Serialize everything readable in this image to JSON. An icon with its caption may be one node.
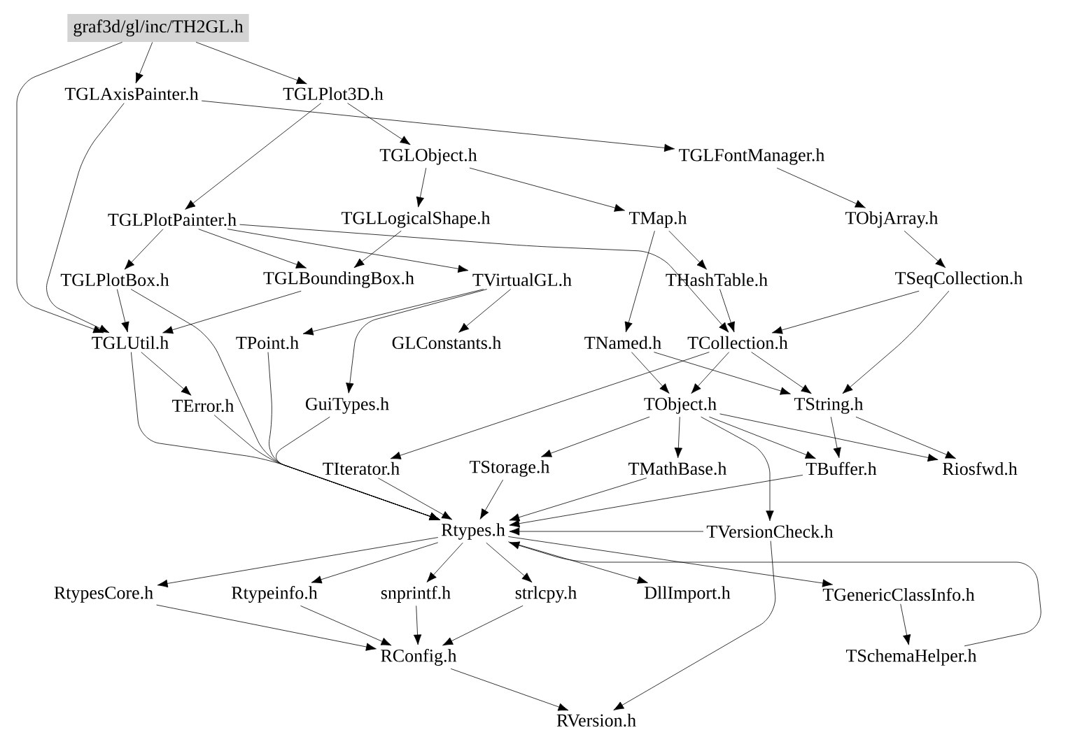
{
  "diagram": {
    "nodes": [
      {
        "text": [
          "graf3d/gl/inc/TH2GL.h"
        ]
      },
      {
        "text": [
          "TGLAxisPainter.h"
        ]
      },
      {
        "text": [
          "TGLPlot3D.h"
        ]
      },
      {
        "text": [
          "TGLObject.h"
        ]
      },
      {
        "text": [
          "TGLFontManager.h"
        ]
      },
      {
        "text": [
          "TGLPlotPainter.h"
        ]
      },
      {
        "text": [
          "TGLLogicalShape.h"
        ]
      },
      {
        "text": [
          "TMap.h"
        ]
      },
      {
        "text": [
          "TObjArray.h"
        ]
      },
      {
        "text": [
          "TGLPlotBox.h"
        ]
      },
      {
        "text": [
          "TGLBoundingBox.h"
        ]
      },
      {
        "text": [
          "TVirtualGL.h"
        ]
      },
      {
        "text": [
          "THashTable.h"
        ]
      },
      {
        "text": [
          "TSeqCollection.h"
        ]
      },
      {
        "text": [
          "TGLUtil.h"
        ]
      },
      {
        "text": [
          "TPoint.h"
        ]
      },
      {
        "text": [
          "GLConstants.h"
        ]
      },
      {
        "text": [
          "TNamed.h"
        ]
      },
      {
        "text": [
          "TCollection.h"
        ]
      },
      {
        "text": [
          "TError.h"
        ]
      },
      {
        "text": [
          "GuiTypes.h"
        ]
      },
      {
        "text": [
          "TObject.h"
        ]
      },
      {
        "text": [
          "TString.h"
        ]
      },
      {
        "text": [
          "TIterator.h"
        ]
      },
      {
        "text": [
          "TStorage.h"
        ]
      },
      {
        "text": [
          "TMathBase.h"
        ]
      },
      {
        "text": [
          "TBuffer.h"
        ]
      },
      {
        "text": [
          "Riosfwd.h"
        ]
      },
      {
        "text": [
          "Rtypes.h"
        ]
      },
      {
        "text": [
          "TVersionCheck.h"
        ]
      },
      {
        "text": [
          "RtypesCore.h"
        ]
      },
      {
        "text": [
          "Rtypeinfo.h"
        ]
      },
      {
        "text": [
          "snprintf.h"
        ]
      },
      {
        "text": [
          "strlcpy.h"
        ]
      },
      {
        "text": [
          "DllImport.h"
        ]
      },
      {
        "text": [
          "TGenericClassInfo.h"
        ]
      },
      {
        "text": [
          "TSchemaHelper.h"
        ]
      },
      {
        "text": [
          "RConfig.h"
        ]
      },
      {
        "text": [
          "RVersion.h"
        ]
      }
    ],
    "edges": [
      {
        "from": 0,
        "to": 1,
        "arrow": "to"
      },
      {
        "from": 0,
        "to": 2,
        "arrow": "to"
      },
      {
        "from": 0,
        "to": 14,
        "arrow": "to"
      },
      {
        "from": 1,
        "to": 4,
        "arrow": "to"
      },
      {
        "from": 1,
        "to": 14,
        "arrow": "to"
      },
      {
        "from": 2,
        "to": 3,
        "arrow": "to"
      },
      {
        "from": 2,
        "to": 5,
        "arrow": "to"
      },
      {
        "from": 3,
        "to": 6,
        "arrow": "to"
      },
      {
        "from": 3,
        "to": 7,
        "arrow": "to"
      },
      {
        "from": 4,
        "to": 8,
        "arrow": "to"
      },
      {
        "from": 5,
        "to": 9,
        "arrow": "to"
      },
      {
        "from": 5,
        "to": 10,
        "arrow": "to"
      },
      {
        "from": 5,
        "to": 11,
        "arrow": "to"
      },
      {
        "from": 5,
        "to": 18,
        "arrow": "to"
      },
      {
        "from": 6,
        "to": 10,
        "arrow": "to"
      },
      {
        "from": 7,
        "to": 17,
        "arrow": "to"
      },
      {
        "from": 7,
        "to": 12,
        "arrow": "to"
      },
      {
        "from": 8,
        "to": 13,
        "arrow": "to"
      },
      {
        "from": 9,
        "to": 14,
        "arrow": "to"
      },
      {
        "from": 9,
        "to": 28,
        "arrow": "to"
      },
      {
        "from": 10,
        "to": 14,
        "arrow": "to"
      },
      {
        "from": 11,
        "to": 15,
        "arrow": "to"
      },
      {
        "from": 11,
        "to": 20,
        "arrow": "to"
      },
      {
        "from": 11,
        "to": 16,
        "arrow": "to"
      },
      {
        "from": 12,
        "to": 18,
        "arrow": "to"
      },
      {
        "from": 13,
        "to": 18,
        "arrow": "to"
      },
      {
        "from": 13,
        "to": 22,
        "arrow": "to"
      },
      {
        "from": 14,
        "to": 19,
        "arrow": "to"
      },
      {
        "from": 14,
        "to": 28,
        "arrow": "to"
      },
      {
        "from": 15,
        "to": 28,
        "arrow": "to"
      },
      {
        "from": 19,
        "to": 28,
        "arrow": "to"
      },
      {
        "from": 20,
        "to": 28,
        "arrow": "to"
      },
      {
        "from": 17,
        "to": 21,
        "arrow": "to"
      },
      {
        "from": 17,
        "to": 22,
        "arrow": "to"
      },
      {
        "from": 18,
        "to": 21,
        "arrow": "to"
      },
      {
        "from": 18,
        "to": 22,
        "arrow": "to"
      },
      {
        "from": 18,
        "to": 23,
        "arrow": "to"
      },
      {
        "from": 21,
        "to": 24,
        "arrow": "to"
      },
      {
        "from": 21,
        "to": 25,
        "arrow": "to"
      },
      {
        "from": 21,
        "to": 26,
        "arrow": "to"
      },
      {
        "from": 21,
        "to": 27,
        "arrow": "to"
      },
      {
        "from": 21,
        "to": 29,
        "arrow": "to"
      },
      {
        "from": 22,
        "to": 26,
        "arrow": "to"
      },
      {
        "from": 22,
        "to": 27,
        "arrow": "to"
      },
      {
        "from": 23,
        "to": 28,
        "arrow": "to"
      },
      {
        "from": 24,
        "to": 28,
        "arrow": "to"
      },
      {
        "from": 25,
        "to": 28,
        "arrow": "to"
      },
      {
        "from": 26,
        "to": 28,
        "arrow": "to"
      },
      {
        "from": 29,
        "to": 28,
        "arrow": "to"
      },
      {
        "from": 29,
        "to": 38,
        "arrow": "to"
      },
      {
        "from": 36,
        "to": 28,
        "arrow": "to"
      },
      {
        "from": 28,
        "to": 30,
        "arrow": "to"
      },
      {
        "from": 28,
        "to": 31,
        "arrow": "to"
      },
      {
        "from": 28,
        "to": 32,
        "arrow": "to"
      },
      {
        "from": 28,
        "to": 33,
        "arrow": "to"
      },
      {
        "from": 28,
        "to": 34,
        "arrow": "to"
      },
      {
        "from": 28,
        "to": 35,
        "arrow": "to"
      },
      {
        "from": 35,
        "to": 36,
        "arrow": "to"
      },
      {
        "from": 30,
        "to": 37,
        "arrow": "to"
      },
      {
        "from": 31,
        "to": 37,
        "arrow": "to"
      },
      {
        "from": 32,
        "to": 37,
        "arrow": "to"
      },
      {
        "from": 33,
        "to": 37,
        "arrow": "to"
      },
      {
        "from": 37,
        "to": 38,
        "arrow": "to"
      }
    ]
  }
}
